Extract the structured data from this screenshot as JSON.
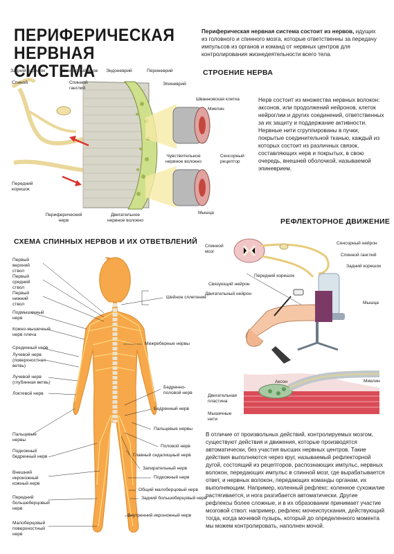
{
  "title": "ПЕРИФЕРИЧЕСКАЯ НЕРВНАЯ СИСТЕМА",
  "intro": {
    "bold": "Периферическая нервная система состоит из нервов,",
    "text": "идущих из головного и спинного мозга, которые ответственны за передачу импульсов из органов и команд от нервных центров для контролирования жизнедеятельности всего тела."
  },
  "nerve_structure": {
    "heading": "СТРОЕНИЕ НЕРВА",
    "paragraph": "Нерв состоит из множества нервных волокон: аксонов, или продолжений нейронов, клеток нейроглии и других соединений, ответственных за их защиту и поддержание активности. Нервные нити сгруппированы в пучки, покрытые соединительной тканью, каждый из которых состоит из различных связок, составляющих нерв и покрытых, в свою очередь, внешней оболочкой, называемой эпиневрием.",
    "labels": {
      "posterior_root": "Задний корешок",
      "sensory_nerve": "Сенсорный нерв",
      "endoneurium": "Эндоневрий",
      "perineurium": "Периневрий",
      "spinal": "Спиной",
      "spinal_ganglion": "Спинной ганглий",
      "epineurium": "Эпиневрий",
      "schwann_cell": "Шванновская клетка",
      "myelin": "Миелин",
      "sensitive_fiber": "Чувствительное нервное волокно",
      "sensory_receptor": "Сенсорный рецептор",
      "anterior_root": "Передний корешок",
      "peripheral_nerve": "Периферический нерв",
      "motor_fiber": "Двигательное нервное волокно",
      "muscle": "Мышца"
    }
  },
  "reflex": {
    "heading": "РЕФЛЕКТОРНОЕ ДВИЖЕНИЕ",
    "labels": {
      "spinal_brain": "Спинной мозг",
      "sensory_neuron": "Сенсорный нейрон",
      "spinal_ganglion": "Спинной ганглий",
      "posterior_root": "Задний корешок",
      "anterior_root": "Передний корешок",
      "connecting_neuron": "Связующий нейрон",
      "motor_neuron": "Двигательный нейрон",
      "muscle": "Мышца",
      "axon": "Аксон",
      "myelin": "Миелин",
      "motor_plate": "Двигательная пластина",
      "muscle_fibers": "Мышечные нити"
    },
    "paragraph": "В отличие от произвольных действий, контролируемых мозгом, существуют действия и движения, которые производятся автоматически, без участия высших нервных центров. Такие действия выполняются через круг, называемый рефлекторной дугой, состоящий из рецепторов, распознающих импульс, нервных волокон, передающих импульс в спинной мозг, где вырабатывается ответ, и нервных волокон, передающих команды органам, их выполняющим. Например, коленный рефлекс: коленное сухожилие растягивается, и нога разгибается автоматически. Другие рефлексы более сложные, и в их образовании принимает участие мозговой ствол: например, рефлекс мочеиспускания, действующий тогда, когда мочевой пузырь, который до определенного момента мы можем контролировать, наполнен мочой."
  },
  "spinal_scheme": {
    "heading": "СХЕМА СПИННЫХ НЕРВОВ И ИХ ОТВЕТВЛЕНИЙ",
    "left_labels": [
      "Первый верхний ствол",
      "Первый средний ствол",
      "Первый нижний ствол",
      "Подмышечный нерв",
      "Кожно-мышечный нерв плеча",
      "Срединный нерв",
      "Лучевой нерв (поверхностная ветвь)",
      "Лучевой нерв (глубинная ветвь)",
      "Локтевой нерв",
      "Пальцевые нервы",
      "Подкожный бедренный нерв",
      "Внешний икроножный кожный нерв",
      "Передний большеберцовый нерв",
      "Малоберцовый поверхностный нерв"
    ],
    "right_labels": [
      "Шейное сплетение",
      "Межреберные нервы",
      "Бедренно-половой нерв",
      "Бедренный нерв",
      "Пальцевые нервы",
      "Половой нерв",
      "Главный седалищный нерв",
      "Запирательный нерв",
      "Подкожный нерв",
      "Общий малоберцовый нерв",
      "Задний большеберцовый нерв",
      "Внутренний икроножный нерв"
    ]
  },
  "colors": {
    "nerve_yellow": "#f2d36b",
    "skin": "#f5a623",
    "bone": "#e9e4d4",
    "pink": "#e8a0a8",
    "red_arrow": "#d9342b"
  }
}
